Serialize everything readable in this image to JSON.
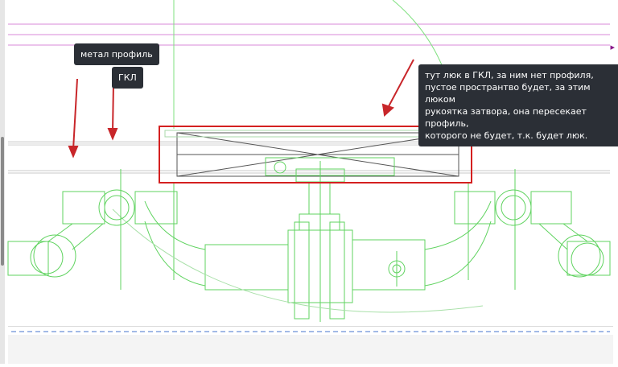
{
  "annotations": {
    "metal_profile": "метал профиль",
    "gkl": "ГКЛ",
    "hatch_note": "тут люк в ГКЛ, за ним нет профиля,\nпустое пространтво будет, за этим люком\nрукоятка затвора, она пересекает профиль,\nкоторого не будет, т.к. будет люк."
  },
  "colors": {
    "pipe_green": "#5fd35f",
    "highlight_red": "#d42020",
    "arrow_red": "#c8262a",
    "magenta_line": "#d98ad9",
    "dashed_blue": "#6b8fd6",
    "callout_bg": "#2b2f36"
  },
  "icons": {
    "cursor": "cursor-arrow-icon"
  }
}
